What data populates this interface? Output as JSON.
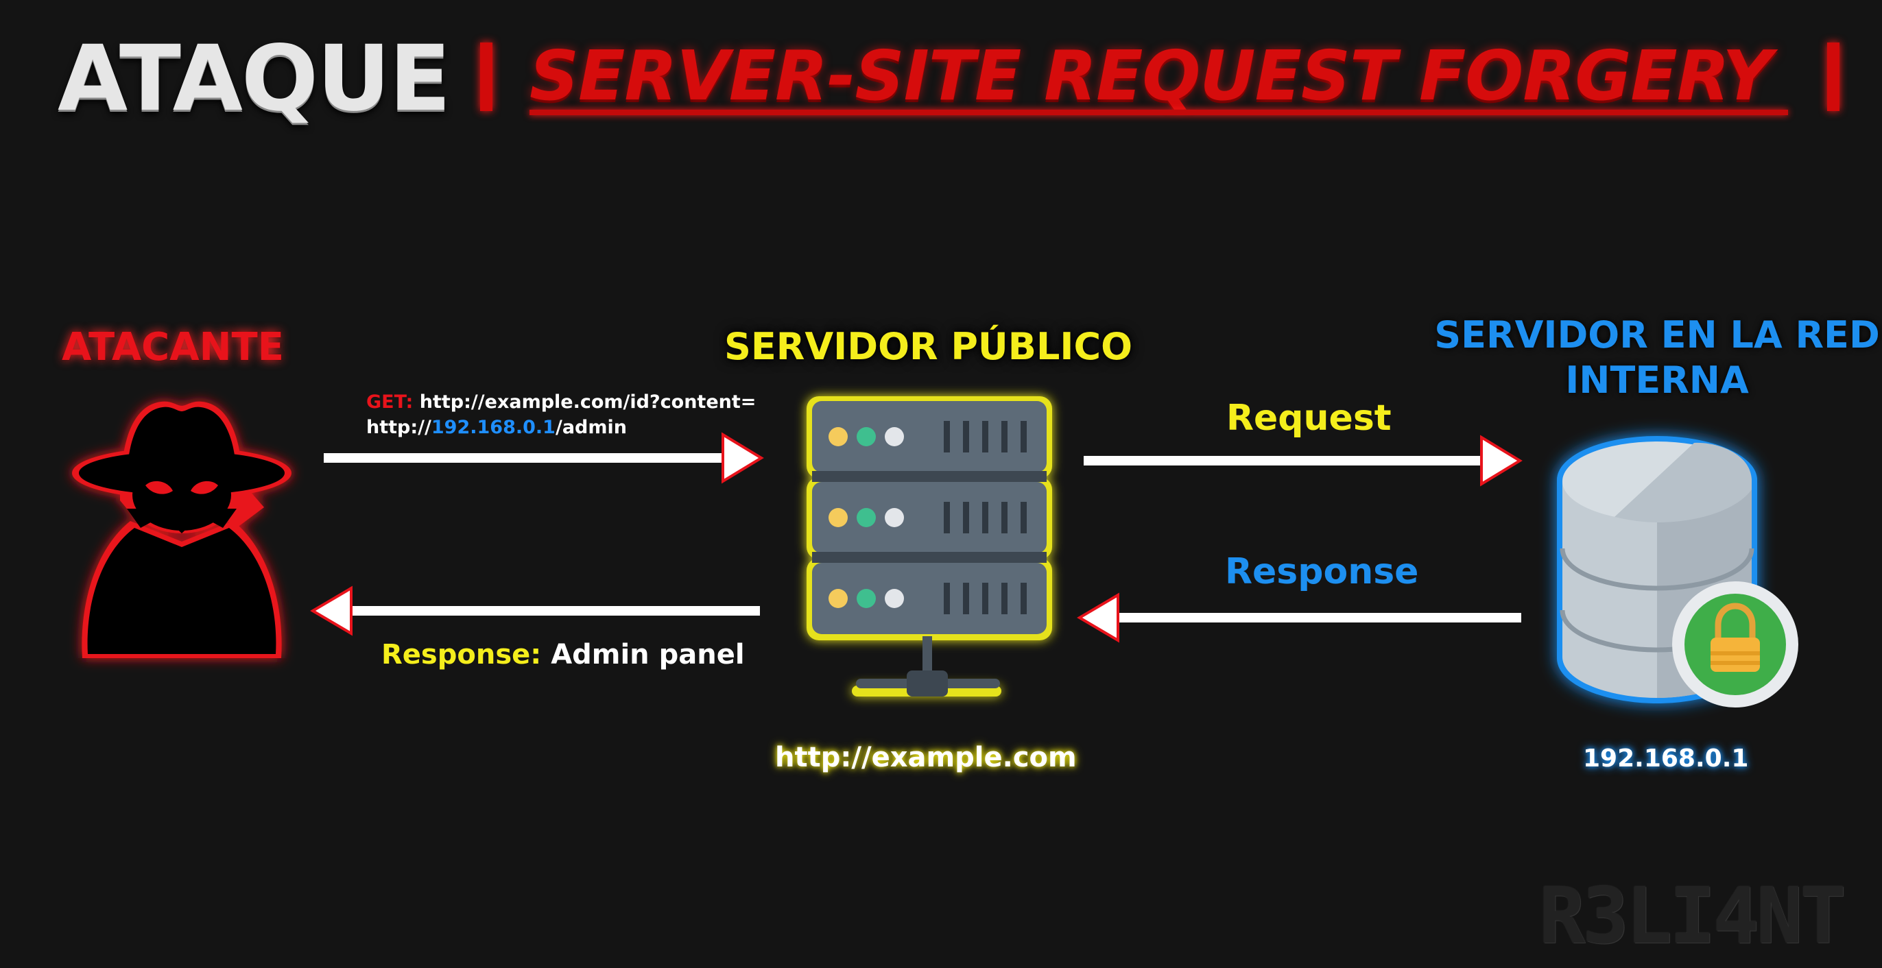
{
  "title": {
    "left": "ATAQUE",
    "right": "SERVER-SITE REQUEST FORGERY"
  },
  "nodes": {
    "attacker": {
      "label": "ATACANTE"
    },
    "public_server": {
      "label": "SERVIDOR PÚBLICO",
      "url": "http://example.com"
    },
    "internal_server": {
      "label": "SERVIDOR EN LA RED INTERNA",
      "ip": "192.168.0.1"
    }
  },
  "request_line": {
    "method": "GET:",
    "line1": "http://example.com/id?content=",
    "line2_prefix": "http://",
    "line2_ip": "192.168.0.1",
    "line2_suffix": "/admin"
  },
  "edges": {
    "request": "Request",
    "response_internal": "Response",
    "response_attacker_key": "Response:",
    "response_attacker_value": "Admin panel"
  },
  "watermark": "R3LI4NT",
  "colors": {
    "background": "#141414",
    "attacker_red": "#e8131b",
    "public_yellow": "#f5ee1c",
    "internal_blue": "#1d8ff0",
    "server_body": "#5d6b78",
    "lock_green": "#3fae49"
  }
}
